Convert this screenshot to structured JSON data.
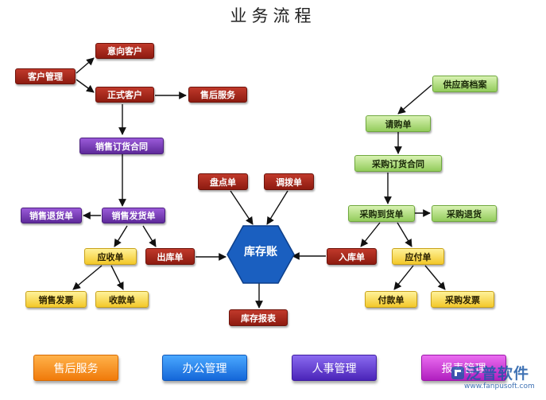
{
  "title": "业务流程",
  "nodes": {
    "kehu_guanli": "客户管理",
    "yixiang_kehu": "意向客户",
    "zhengshi_kehu": "正式客户",
    "shouhou_fuwu": "售后服务",
    "xiaoshou_dinghuo_hetong": "销售订货合同",
    "xiaoshou_tuihuodan": "销售退货单",
    "xiaoshou_fahuodan": "销售发货单",
    "yingshoudan": "应收单",
    "chukudan": "出库单",
    "xiaoshou_fapiao": "销售发票",
    "shoukuandan": "收款单",
    "pandiandan": "盘点单",
    "diaobodan": "调拨单",
    "kucunzhang": "库存账",
    "kucun_baobiao": "库存报表",
    "gongyingshang_dangan": "供应商档案",
    "qinggoudan": "请购单",
    "caigou_dinghuo_hetong": "采购订货合同",
    "caigou_daohuodan": "采购到货单",
    "caigou_tuihuo": "采购退货",
    "rukudan": "入库单",
    "yingfudan": "应付单",
    "fukuandan": "付款单",
    "caigou_fapiao": "采购发票"
  },
  "bottom_buttons": {
    "shouhou": "售后服务",
    "bangong": "办公管理",
    "renshi": "人事管理",
    "baobiao": "报表管理"
  },
  "watermark": {
    "brand": "泛普软件",
    "url": "www.fanpusoft.com"
  },
  "colors": {
    "red": "#a52a1e",
    "green": "#9ed36b",
    "purple": "#7040b8",
    "yellow": "#f7d63a",
    "hexagon": "#1a5fc0"
  }
}
